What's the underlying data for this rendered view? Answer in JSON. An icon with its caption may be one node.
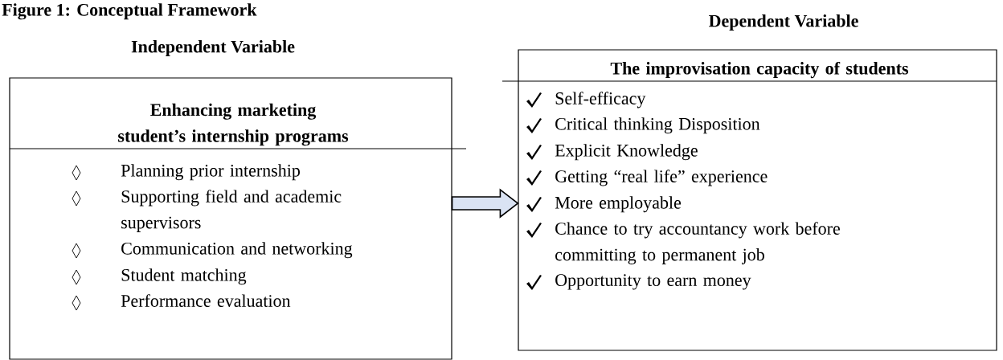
{
  "diagram": {
    "title": "Figure 1: Conceptual Framework",
    "nodes": [
      {
        "text": [
          "Independent Variable",
          "Enhancing marketing student’s internship programs",
          "Planning prior internship",
          "Supporting field and academic supervisors",
          "Communication and networking",
          "Student matching",
          "Performance evaluation"
        ]
      },
      {
        "text": [
          "Dependent Variable",
          "The improvisation capacity of students",
          "Self-efficacy",
          "Critical thinking Disposition",
          "Explicit Knowledge",
          "Getting “real life” experience",
          "More employable",
          "Chance to try accountancy work before committing to permanent job",
          "Opportunity to earn money"
        ]
      }
    ],
    "edges": [
      {
        "from": 0,
        "to": 1,
        "arrow": "to"
      }
    ]
  }
}
